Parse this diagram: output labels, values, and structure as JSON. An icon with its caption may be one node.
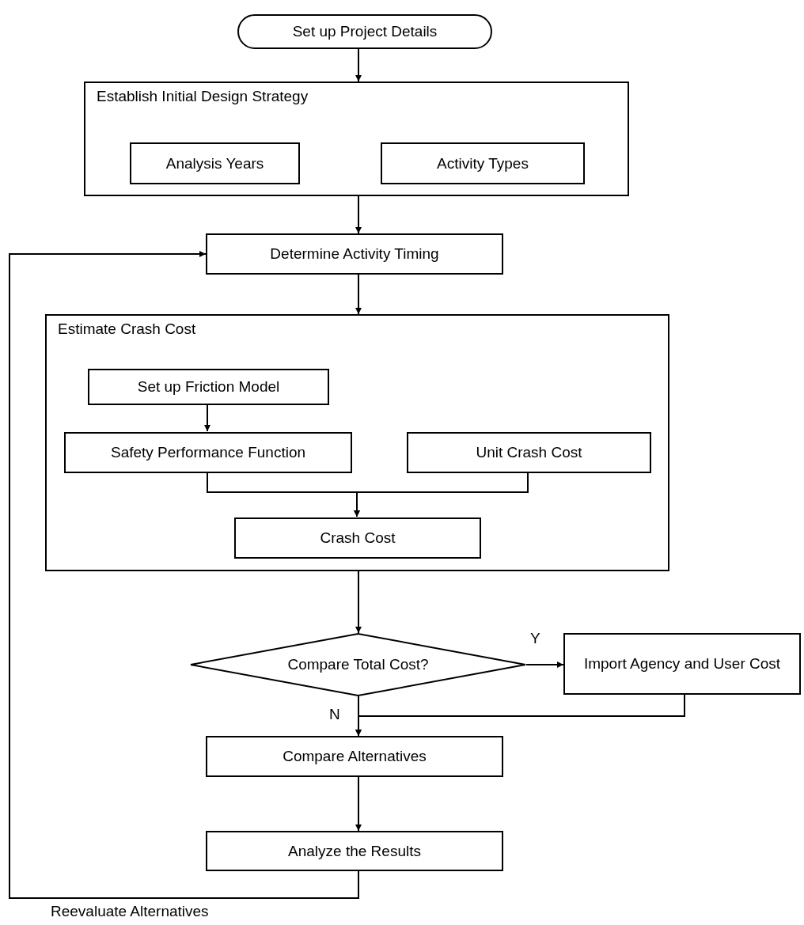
{
  "diagram": {
    "nodes": [
      {
        "text": [
          "Set up Project Details"
        ]
      },
      {
        "text": [
          "Establish Initial Design Strategy"
        ]
      },
      {
        "text": [
          "Analysis Years"
        ],
        "in": 1
      },
      {
        "text": [
          "Activity Types"
        ],
        "in": 1
      },
      {
        "text": [
          "Determine Activity Timing"
        ]
      },
      {
        "text": [
          "Estimate Crash Cost"
        ]
      },
      {
        "text": [
          "Set up Friction Model"
        ],
        "in": 5
      },
      {
        "text": [
          "Safety Performance Function"
        ],
        "in": 5
      },
      {
        "text": [
          "Unit Crash Cost"
        ],
        "in": 5
      },
      {
        "text": [
          "Crash Cost"
        ],
        "in": 5
      },
      {
        "text": [
          "Compare Total Cost?"
        ]
      },
      {
        "text": [
          "Import Agency and User Cost"
        ]
      },
      {
        "text": [
          "Compare Alternatives"
        ]
      },
      {
        "text": [
          "Analyze the Results"
        ]
      }
    ],
    "edges": [
      {
        "from": 0,
        "to": 1,
        "arrow": "to"
      },
      {
        "from": 1,
        "to": 4,
        "arrow": "to"
      },
      {
        "from": 4,
        "to": 5,
        "arrow": "to"
      },
      {
        "from": 6,
        "to": 7,
        "arrow": "to"
      },
      {
        "from": 7,
        "to": 9,
        "arrow": "to"
      },
      {
        "from": 8,
        "to": 9,
        "arrow": "to"
      },
      {
        "from": 5,
        "to": 10,
        "arrow": "to"
      },
      {
        "from": 10,
        "to": 11,
        "arrow": "to",
        "label": "Y"
      },
      {
        "from": 10,
        "to": 12,
        "arrow": "to",
        "label": "N"
      },
      {
        "from": 11,
        "to": 12,
        "arrow": "to"
      },
      {
        "from": 12,
        "to": 13,
        "arrow": "to"
      },
      {
        "from": 13,
        "to": 4,
        "arrow": "to",
        "label": "Reevaluate Alternatives"
      }
    ]
  }
}
